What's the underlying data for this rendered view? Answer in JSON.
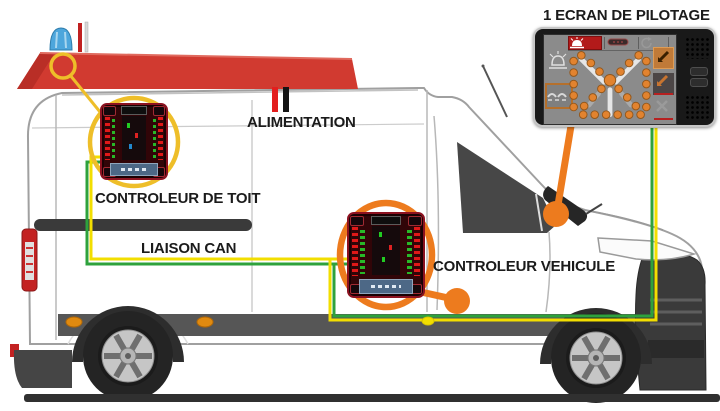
{
  "annotations": {
    "screen_title": "1 ECRAN DE PILOTAGE",
    "power_label": "ALIMENTATION",
    "roof_controller_label": "CONTROLEUR DE TOIT",
    "can_link_label": "LIAISON CAN",
    "vehicle_controller_label": "CONTROLEUR VEHICULE"
  },
  "colors": {
    "wire_yellow": "#f2de00",
    "wire_green": "#2ea23c",
    "highlight_orange": "#ed7b1e",
    "highlight_yellow": "#eebe29",
    "roof_bar_red": "#d13a30",
    "beacon_blue": "#4da6dc",
    "power_red": "#e31e1e",
    "power_black": "#141414",
    "active_tab_red": "#b21a1a",
    "matrix_dot_orange": "#e2832f"
  },
  "screen_device": {
    "tabs": [
      {
        "icon": "beacon-tab-icon",
        "active": true
      },
      {
        "icon": "lightbar-tab-icon",
        "active": false
      },
      {
        "icon": "rotation-tab-icon",
        "active": false
      }
    ],
    "left_icons": [
      "beacon-outline-icon",
      "road-bumps-icon"
    ],
    "right_icons": [
      "arrow-pattern-active-icon",
      "arrow-pattern-dimmed-icon",
      "cross-pattern-dimmed-icon"
    ],
    "display_pattern": "butterfly-dot-matrix"
  }
}
